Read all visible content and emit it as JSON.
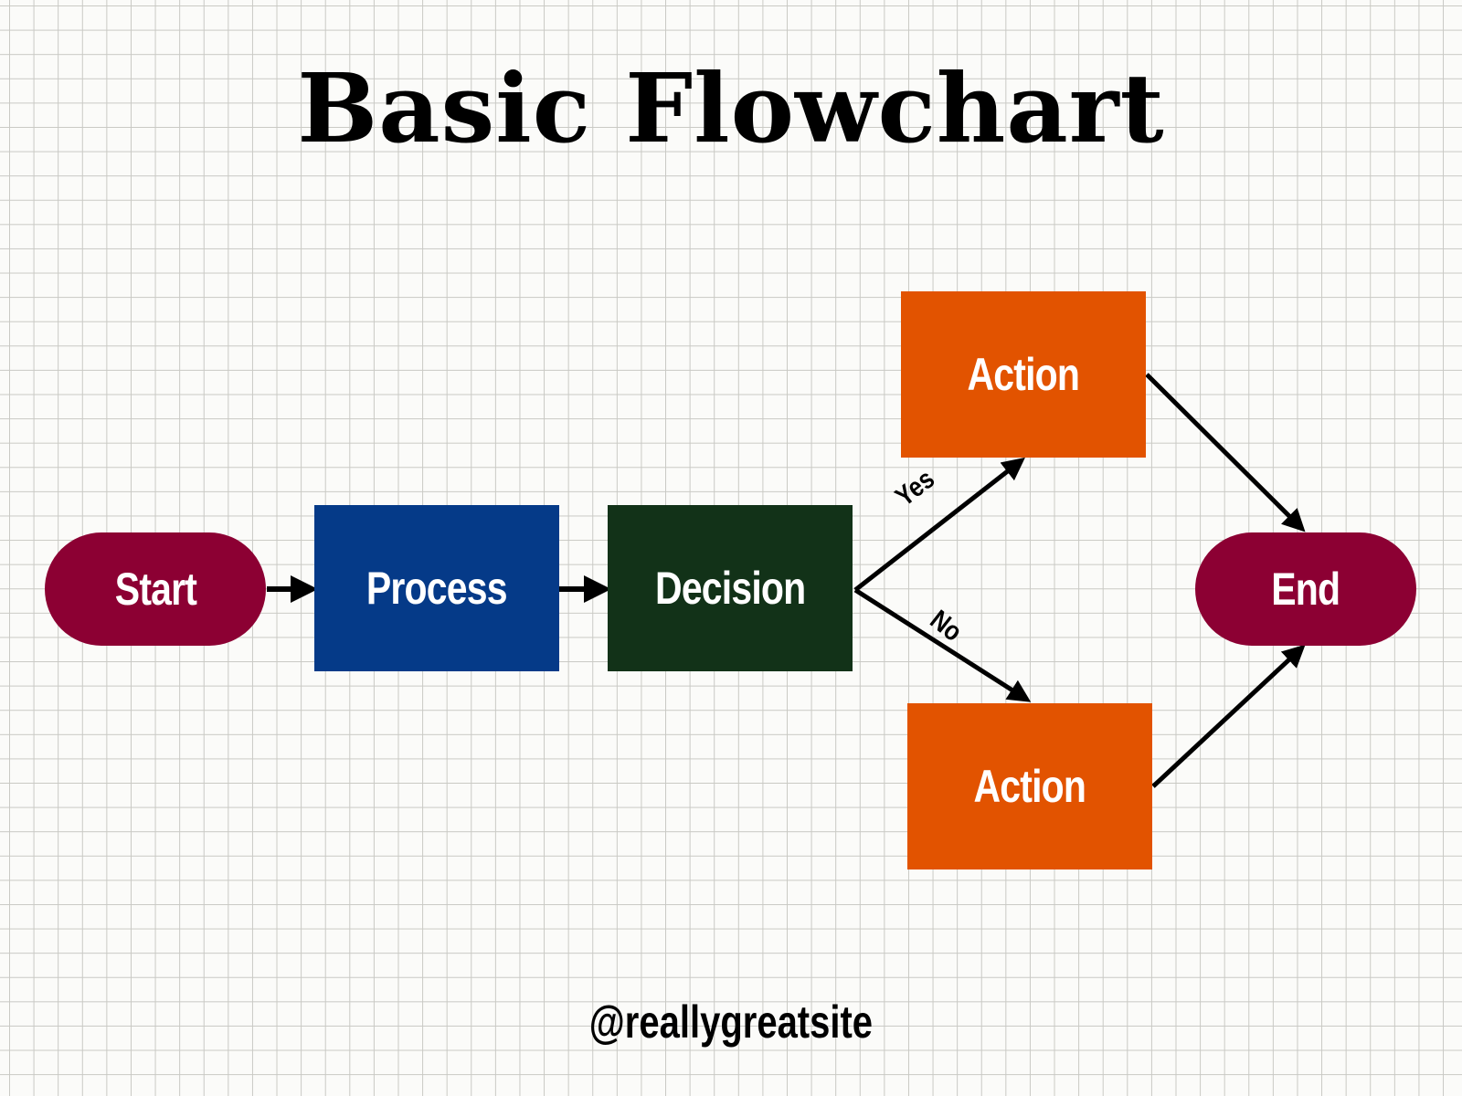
{
  "title": "Basic Flowchart",
  "nodes": {
    "start": "Start",
    "process": "Process",
    "decision": "Decision",
    "action_top": "Action",
    "action_bottom": "Action",
    "end": "End"
  },
  "edge_labels": {
    "yes": "Yes",
    "no": "No"
  },
  "footer": {
    "handle": "@reallygreatsite"
  },
  "colors": {
    "terminal": "#8c0033",
    "process": "#053a88",
    "decision": "#123218",
    "action": "#e25300",
    "connector": "#000000"
  }
}
